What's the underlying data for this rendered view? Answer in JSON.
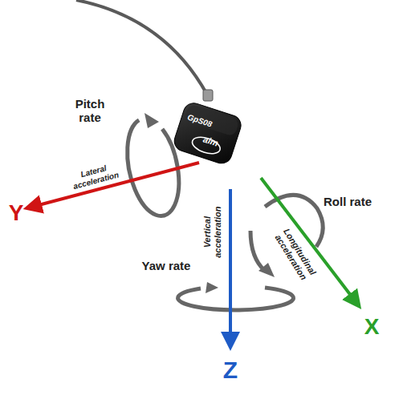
{
  "diagram": {
    "labels": [
      "Pitch rate",
      "Lateral acceleration",
      "Y",
      "GpS08",
      "aim",
      "Roll rate",
      "Longitudinal acceleration",
      "Vertical acceleration",
      "Yaw rate",
      "Z",
      "X"
    ]
  }
}
